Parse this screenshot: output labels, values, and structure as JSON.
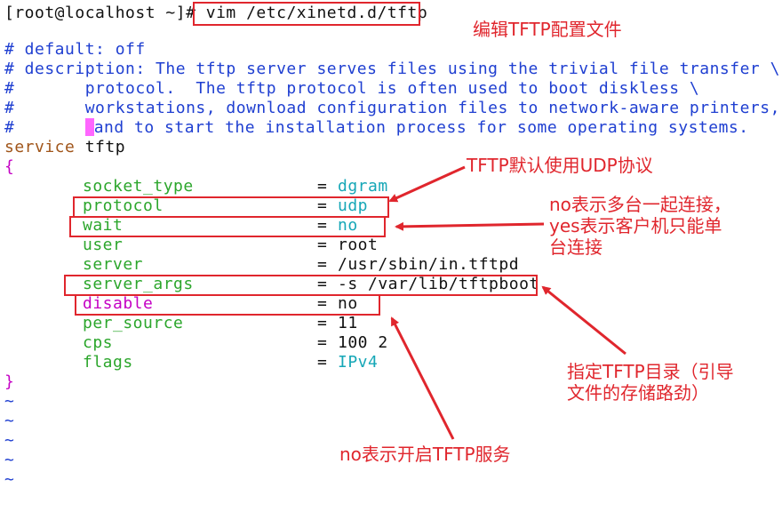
{
  "terminal": {
    "prompt": "[root@localhost ~]#",
    "command": "vim /etc/xinetd.d/tftp",
    "comments": [
      "# default: off",
      "# description: The tftp server serves files using the trivial file transfer \\",
      "#       protocol.  The tftp protocol is often used to boot diskless \\",
      "#       workstations, download configuration files to network-aware printers, \\",
      "#       "
    ],
    "comment_last_text": "and to start the installation process for some operating systems.",
    "service_keyword": "service",
    "service_name": "tftp",
    "open_brace": "{",
    "close_brace": "}",
    "settings": [
      {
        "key": "socket_type",
        "value": "dgram"
      },
      {
        "key": "protocol",
        "value": "udp"
      },
      {
        "key": "wait",
        "value": "no"
      },
      {
        "key": "user",
        "value": "root"
      },
      {
        "key": "server",
        "value": "/usr/sbin/in.tftpd"
      },
      {
        "key": "server_args",
        "value": "-s /var/lib/tftpboot"
      },
      {
        "key": "disable",
        "value": "no"
      },
      {
        "key": "per_source",
        "value": "11"
      },
      {
        "key": "cps",
        "value": "100 2"
      },
      {
        "key": "flags",
        "value": "IPv4"
      }
    ],
    "equals": "=",
    "tilde": "~"
  },
  "annotations": {
    "edit_config": "编辑TFTP配置文件",
    "udp_default": "TFTP默认使用UDP协议",
    "wait_note": "no表示多台一起连接，\nyes表示客户机只能单\n台连接",
    "dir_note": "指定TFTP目录（引导\n文件的存储路劲）",
    "disable_note": "no表示开启TFTP服务"
  },
  "colors": {
    "comment": "#1f3fd1",
    "keyword": "#a0551a",
    "key": "#2ca62c",
    "value": "#16a7b7",
    "annotation": "#e0262d",
    "cursor": "#ff66ff"
  }
}
